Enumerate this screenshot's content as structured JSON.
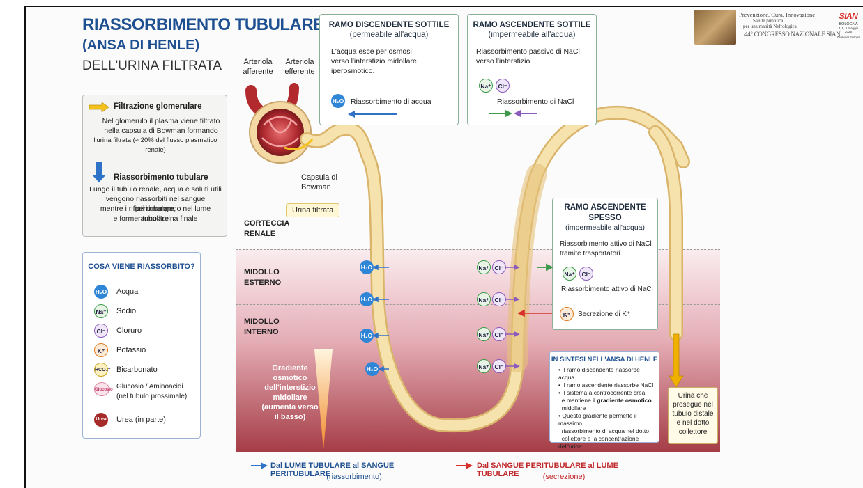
{
  "title": {
    "line1": "RIASSORBIMENTO TUBULARE",
    "line2": "(ANSA DI HENLE)",
    "line3": "DELL'URINA FILTRATA"
  },
  "logos": {
    "congress_line1": "Prevenzione, Cura, Innovazione",
    "congress_line2": "Salute pubblica",
    "congress_line3": "per un'umanità Nefrologica",
    "congress_number": "44° CONGRESSO NAZIONALE SIAN",
    "brand": "SIAN",
    "city": "BOLOGNA",
    "dates": "4, 5, 6 maggio 2026",
    "venue": "Zanhotel Europa"
  },
  "anatomy": {
    "arteriola_afferente": "Arteriola afferente",
    "arteriola_efferente": "Arteriola efferente",
    "capsula": "Capsula di Bowman",
    "urina_filtrata": "Urina filtrata"
  },
  "left_box": {
    "filtration_title": "Filtrazione glomerulare",
    "filtration_text_1": "Nel glomerulo il plasma viene filtrato",
    "filtration_text_2": "nella capsula di Bowman formando",
    "filtration_text_3": "l'urina filtrata (≈ 20% del flusso plasmatico renale)",
    "reabs_title": "Riassorbimento tubulare",
    "reabs_text_1": "Lungo il tubulo renale, acqua e soluti utili",
    "reabs_text_2": "vengono riassorbiti nel sangue peritubulare,",
    "reabs_text_3": "mentre i rifiuti rimangono nel lume tubulare",
    "reabs_text_4": "e formeranno l'urina finale"
  },
  "legend": {
    "title": "COSA VIENE RIASSORBITO?",
    "items": [
      {
        "symbol": "H₂O",
        "label": "Acqua"
      },
      {
        "symbol": "Na⁺",
        "label": "Sodio"
      },
      {
        "symbol": "Cl⁻",
        "label": "Cloruro"
      },
      {
        "symbol": "K⁺",
        "label": "Potassio"
      },
      {
        "symbol": "HCO₃⁻",
        "label": "Bicarbonato"
      },
      {
        "symbol": "Glucosio",
        "label": "Glucosio / Aminoacidi",
        "label2": "(nel tubulo prossimale)"
      },
      {
        "symbol": "Urea",
        "label": "Urea (in parte)"
      }
    ]
  },
  "zones": {
    "corteccia": "CORTECCIA RENALE",
    "midollo_esterno": "MIDOLLO ESTERNO",
    "midollo_interno": "MIDOLLO INTERNO",
    "gradient_1": "Gradiente",
    "gradient_2": "osmotico",
    "gradient_3": "dell'interstizio",
    "gradient_4": "midollare",
    "gradient_5": "(aumenta verso",
    "gradient_6": "il basso)"
  },
  "desc_box": {
    "title": "RAMO DISCENDENTE SOTTILE",
    "subtitle": "(permeabile all'acqua)",
    "text_1": "L'acqua esce per osmosi",
    "text_2": "verso l'interstizio midollare",
    "text_3": "iperosmotico.",
    "ion_label": "Riassorbimento di acqua"
  },
  "asc_thin_box": {
    "title": "RAMO ASCENDENTE SOTTILE",
    "subtitle": "(impermeabile all'acqua)",
    "text_1": "Riassorbimento passivo di NaCl",
    "text_2": "verso l'interstizio.",
    "ion_label": "Riassorbimento di NaCl"
  },
  "asc_thick_box": {
    "title": "RAMO ASCENDENTE SPESSO",
    "subtitle": "(impermeabile all'acqua)",
    "text_1": "Riassorbimento attivo di NaCl",
    "text_2": "tramite trasportatori.",
    "ion_label": "Riassorbimento attivo di NaCl",
    "k_label": "Secrezione di K⁺"
  },
  "summary": {
    "title": "IN SINTESI NELL'ANSA DI HENLE",
    "b1": "Il ramo discendente riassorbe acqua",
    "b2": "Il ramo ascendente riassorbe NaCl",
    "b3a": "Il sistema a controcorrente crea",
    "b3b": "e mantiene il",
    "b3c": "gradiente osmotico",
    "b3d": "midollare",
    "b4a": "Questo gradiente permette il massimo",
    "b4b": "riassorbimento di acqua nel dotto",
    "b4c": "collettore e la concentrazione dell'urina"
  },
  "exit_box": {
    "l1": "Urina che",
    "l2": "prosegue nel",
    "l3": "tubulo distale",
    "l4": "e nel dotto",
    "l5": "collettore"
  },
  "bottom": {
    "blue_1": "Dal LUME TUBULARE al SANGUE PERITUBULARE",
    "blue_2": "(riassorbimento)",
    "red_1": "Dal SANGUE PERITUBULARE al LUME TUBULARE",
    "red_2": "(secrezione)"
  },
  "colors": {
    "title_blue": "#1d4f91",
    "tubule": "#f2dca0",
    "medulla": "#9b2a32",
    "arrow_blue": "#2f73c8",
    "arrow_red": "#d8302a",
    "arrow_green": "#3c9a4a",
    "arrow_purple": "#8a5bbd"
  }
}
